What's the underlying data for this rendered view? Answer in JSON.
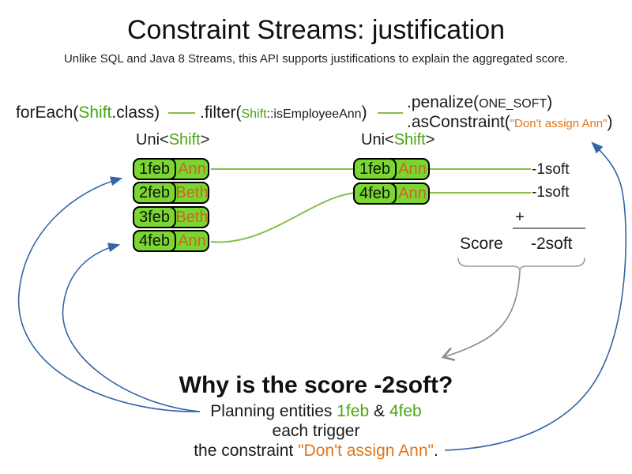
{
  "title": "Constraint Streams: justification",
  "subtitle": "Unlike SQL and Java 8 Streams, this API supports justifications to explain the aggregated score.",
  "code": {
    "foreach_pre": "forEach(",
    "foreach_type": "Shift",
    "foreach_post": ".class)",
    "filter_pre": ".filter(",
    "filter_type": "Shift",
    "filter_method": "::isEmployeeAnn",
    "filter_post": ")",
    "penalize_pre": ".penalize(",
    "penalize_arg": "ONE_SOFT",
    "penalize_post": ")",
    "asconstraint_pre": ".asConstraint(",
    "asconstraint_arg": "\"Don't assign Ann\"",
    "asconstraint_post": ")"
  },
  "left_stream": {
    "label_pre": "Uni<",
    "label_type": "Shift",
    "label_post": ">",
    "rows": [
      {
        "date": "1feb",
        "name": "Ann"
      },
      {
        "date": "2feb",
        "name": "Beth"
      },
      {
        "date": "3feb",
        "name": "Beth"
      },
      {
        "date": "4feb",
        "name": "Ann"
      }
    ]
  },
  "right_stream": {
    "label_pre": "Uni<",
    "label_type": "Shift",
    "label_post": ">",
    "rows": [
      {
        "date": "1feb",
        "name": "Ann"
      },
      {
        "date": "4feb",
        "name": "Ann"
      }
    ]
  },
  "scores": {
    "items": [
      "-1soft",
      "-1soft"
    ],
    "plus": "+",
    "score_label": "Score",
    "total": "-2soft"
  },
  "explanation": {
    "heading": "Why is the score -2soft?",
    "line1_pre": "Planning entities ",
    "line1_entity1": "1feb",
    "line1_amp": " & ",
    "line1_entity2": "4feb",
    "line2": "each trigger",
    "line3_pre": "the constraint ",
    "line3_constraint": "\"Don't assign Ann\"",
    "line3_post": "."
  },
  "colors": {
    "green_text": "#47a612",
    "green_box_fill": "#7bd631",
    "green_connector": "#85bf4a",
    "orange_string": "#e0751c",
    "orange_name": "#cd671f",
    "blue_arrow": "#3465a4",
    "gray_line": "#8a8a8a"
  }
}
